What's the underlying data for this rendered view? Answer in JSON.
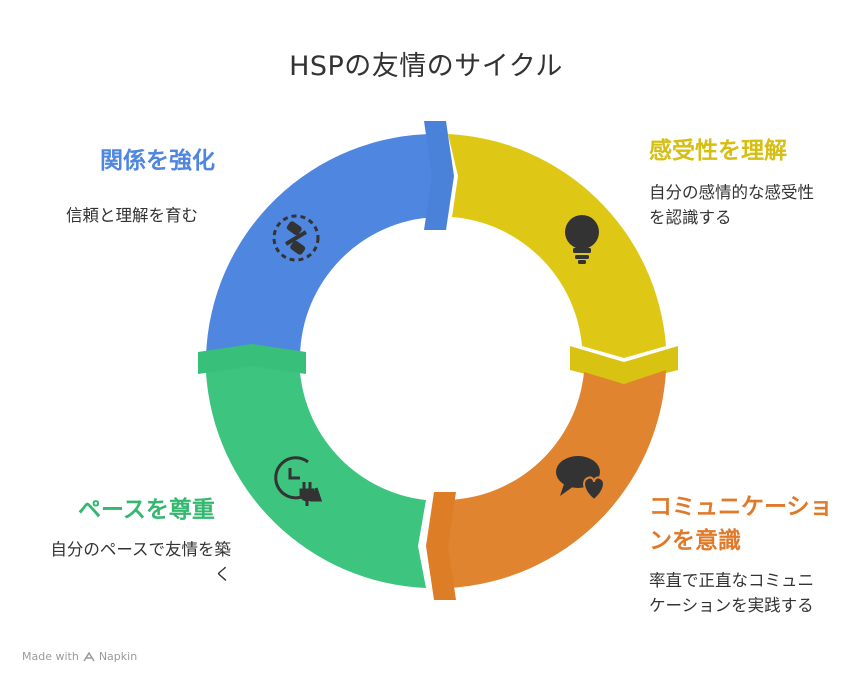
{
  "title": "HSPの友情のサイクル",
  "segments": [
    {
      "heading": "関係を強化",
      "description": "信頼と理解を育む",
      "color": "#4f86df",
      "icon": "handshake-icon"
    },
    {
      "heading": "感受性を理解",
      "description": "自分の感情的な感受性を認識する",
      "color": "#dfc815",
      "icon": "lightbulb-icon"
    },
    {
      "heading": "コミュニケーションを意識",
      "description": "率直で正直なコミュニケーションを実践する",
      "color": "#e08430",
      "icon": "chat-heart-icon"
    },
    {
      "heading": "ペースを尊重",
      "description": "自分のペースで友情を築く",
      "color": "#3dc47f",
      "icon": "clock-plug-icon"
    }
  ],
  "footer": {
    "made_with": "Made with",
    "brand": "Napkin"
  }
}
